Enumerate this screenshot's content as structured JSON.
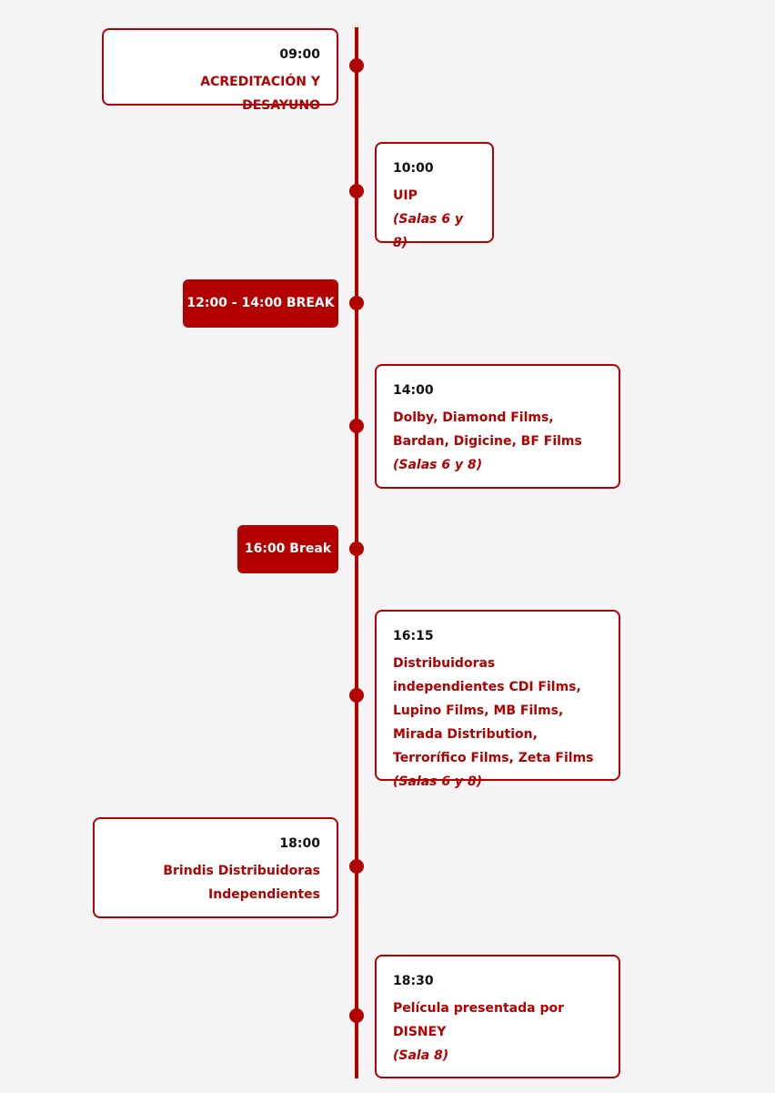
{
  "schedule": {
    "accent_color": "#b30000",
    "background_color": "#f4f4f4",
    "events": [
      {
        "time": "09:00",
        "title": "ACREDITACIÓN Y DESAYUNO"
      },
      {
        "time": "10:00",
        "title": "UIP",
        "note": "(Salas 6 y 8)"
      },
      {
        "break_label": "12:00 - 14:00 BREAK"
      },
      {
        "time": "14:00",
        "title": "Dolby, Diamond Films, Bardan, Digicine, BF Films",
        "note": "(Salas 6 y 8)"
      },
      {
        "break_label": "16:00 Break"
      },
      {
        "time": "16:15",
        "title": "Distribuidoras independientes CDI Films, Lupino Films, MB Films, Mirada Distribution, Terrorífico Films, Zeta Films",
        "note": "(Salas 6 y 8)"
      },
      {
        "time": "18:00",
        "title": "Brindis Distribuidoras Independientes"
      },
      {
        "time": "18:30",
        "title": "Película presentada por DISNEY",
        "note": "(Sala 8)"
      }
    ]
  }
}
